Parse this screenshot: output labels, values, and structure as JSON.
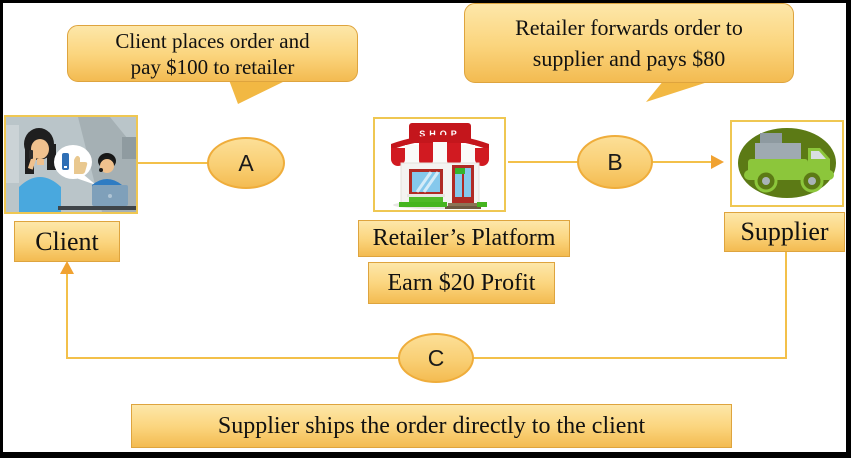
{
  "figure": {
    "callout_left": {
      "line1": "Client places order and",
      "line2": "pay $100 to retailer"
    },
    "callout_right": {
      "line1": "Retailer forwards order to",
      "line2": "supplier and pays $80"
    },
    "client": {
      "label": "Client"
    },
    "retailer": {
      "label": "Retailer’s Platform",
      "profit": "Earn $20 Profit",
      "shop_sign": "SHOP"
    },
    "supplier": {
      "label": "Supplier"
    },
    "flow_labels": {
      "a": "A",
      "b": "B",
      "c": "C"
    },
    "banner": "Supplier ships the order directly to the client",
    "colors": {
      "node_fill": "#FBD57E",
      "node_border": "#DEA43E",
      "connector": "#F3C04A",
      "arrowhead": "#F0A231",
      "callout_tail": "#F2B843",
      "text": "#111111"
    }
  }
}
